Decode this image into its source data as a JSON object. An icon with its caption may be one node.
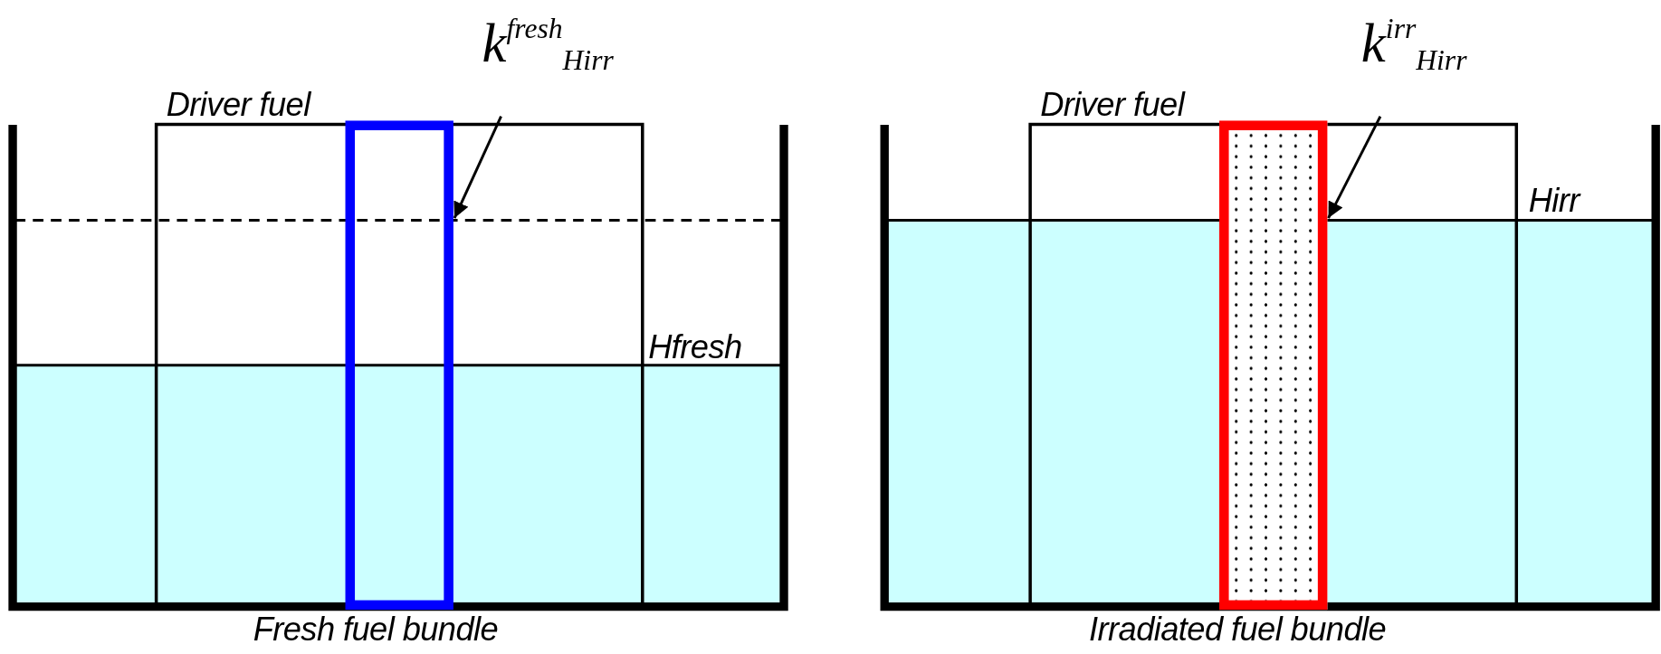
{
  "diagram": {
    "nodes": [
      {
        "text": [
          "Driver fuel"
        ]
      },
      {
        "text": [
          "Fresh fuel bundle"
        ],
        "in": 0
      },
      {
        "text": [
          "k$^{fresh}$$_{Hirr}$"
        ]
      },
      {
        "text": [
          "Driver fuel"
        ]
      },
      {
        "text": [
          "Irradiated fuel bundle"
        ],
        "in": 3
      },
      {
        "text": [
          "k$^{irr}$$_{Hirr}$"
        ]
      }
    ],
    "edges": [
      {
        "from": 2,
        "to": 1,
        "arrow": "to"
      },
      {
        "from": 5,
        "to": 4,
        "arrow": "to"
      }
    ],
    "labels": [
      "Hfresh",
      "Hirr"
    ]
  }
}
